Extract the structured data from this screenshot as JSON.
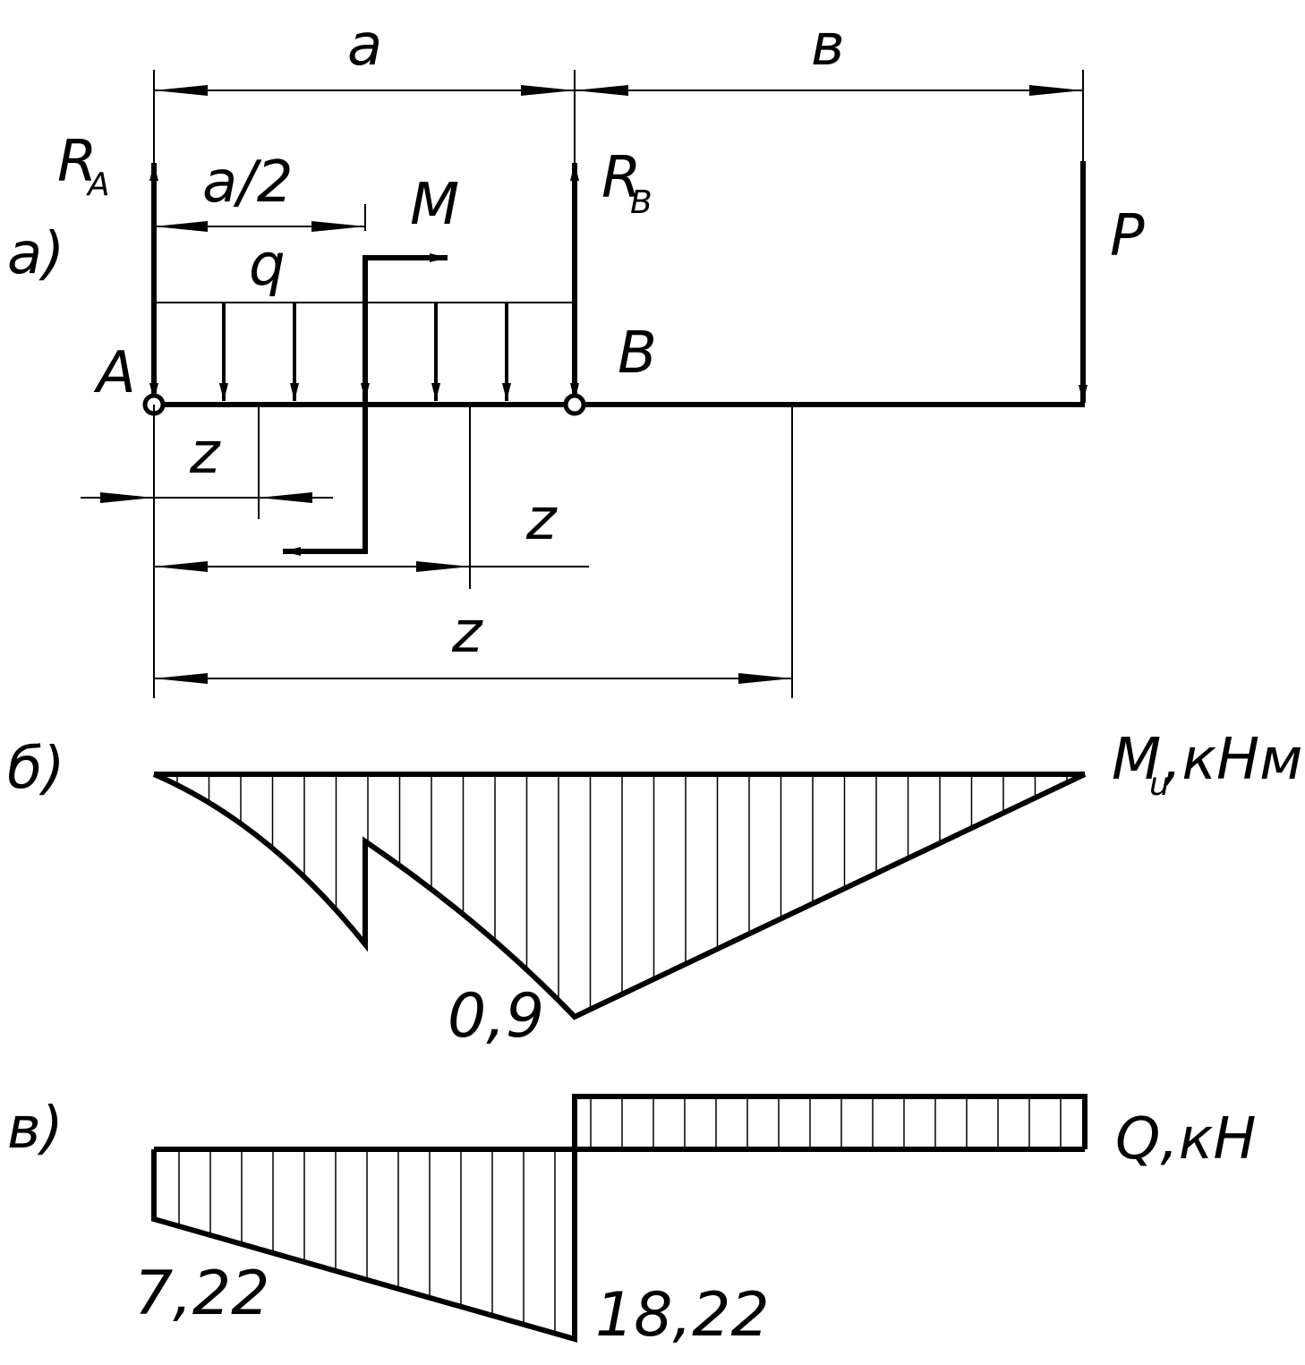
{
  "labels": {
    "a": "a",
    "b": "в",
    "R_A_main": "R",
    "R_A_sub": "A",
    "R_B_main": "R",
    "R_B_sub": "B",
    "half_a": "a/2",
    "M": "M",
    "q": "q",
    "P": "P",
    "A": "A",
    "B": "B",
    "z1": "z",
    "z2": "z",
    "z3": "z",
    "part_a": "a)",
    "part_b": "б)",
    "part_c": "в)",
    "Mu_main": "M",
    "Mu_sub": "u",
    "Mu_unit": ",кНм",
    "Q_label": "Q,кН"
  },
  "moment_diagram": {
    "peak_value": "0,9"
  },
  "shear_diagram": {
    "value_left": "7,22",
    "value_right": "18,22"
  }
}
